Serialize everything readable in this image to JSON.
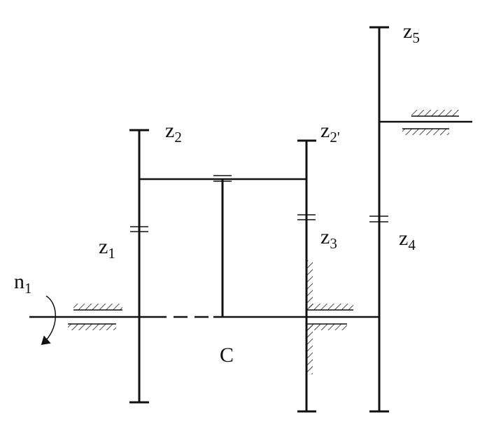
{
  "labels": {
    "z1": {
      "main": "z",
      "sub": "1"
    },
    "z2": {
      "main": "z",
      "sub": "2"
    },
    "z2p": {
      "main": "z",
      "sub": "2'"
    },
    "z3": {
      "main": "z",
      "sub": "3"
    },
    "z4": {
      "main": "z",
      "sub": "4"
    },
    "z5": {
      "main": "z",
      "sub": "5"
    },
    "n1": {
      "main": "n",
      "sub": "1"
    },
    "carrier": "C"
  },
  "colors": {
    "line": "#111111",
    "background": "#ffffff"
  }
}
